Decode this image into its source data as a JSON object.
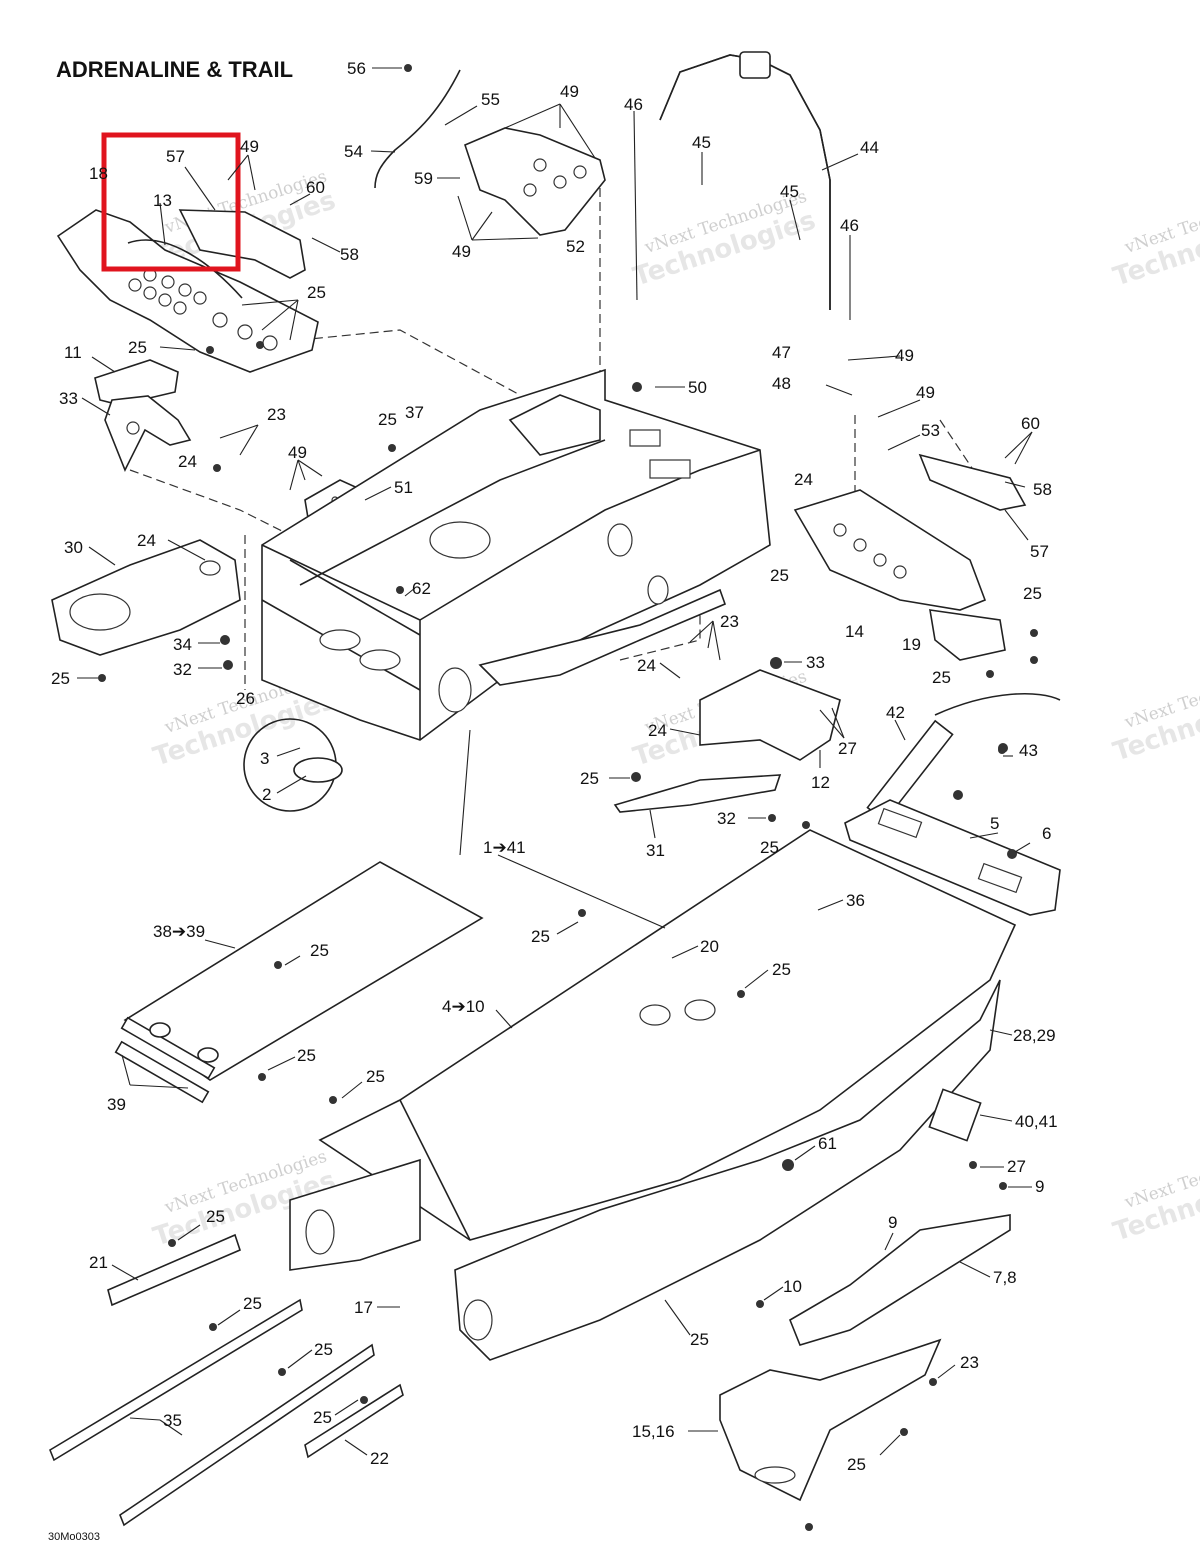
{
  "title": "ADRENALINE & TRAIL",
  "drawing_code": "30Mo0303",
  "watermark": {
    "line1": "vNext Technologies",
    "line2": "Technologies"
  },
  "highlight": {
    "color": "#e0141e",
    "labels": [
      "57",
      "49",
      "13"
    ]
  },
  "callouts": {
    "c1": "56",
    "c2": "55",
    "c3": "49",
    "c4": "54",
    "c5": "59",
    "c6": "52",
    "c7": "49",
    "c8": "46",
    "c9": "45",
    "c10": "44",
    "c11": "45",
    "c12": "46",
    "c13": "18",
    "c14": "57",
    "c15": "49",
    "c16": "13",
    "c17": "60",
    "c18": "58",
    "c19": "25",
    "c20": "25",
    "c21": "11",
    "c22": "33",
    "c23": "23",
    "c24": "24",
    "c25": "25",
    "c26": "37",
    "c27": "49",
    "c28": "51",
    "c29": "50",
    "c30": "47",
    "c31": "49",
    "c32": "48",
    "c33": "49",
    "c34": "53",
    "c35": "60",
    "c36": "58",
    "c37": "57",
    "c38": "24",
    "c39": "25",
    "c40": "14",
    "c41": "25",
    "c42": "19",
    "c43": "25",
    "c44": "30",
    "c45": "24",
    "c46": "34",
    "c47": "32",
    "c48": "25",
    "c49": "26",
    "c50": "62",
    "c51": "3",
    "c52": "2",
    "c53": "23",
    "c54": "24",
    "c55": "33",
    "c56": "24",
    "c57": "27",
    "c58": "12",
    "c59": "42",
    "c60": "43",
    "c61": "25",
    "c62": "32",
    "c63": "31",
    "c64": "1➔41",
    "c65": "25",
    "c66": "5",
    "c67": "6",
    "c68": "36",
    "c69": "38➔39",
    "c70": "25",
    "c71": "25",
    "c72": "20",
    "c73": "25",
    "c74": "4➔10",
    "c75": "25",
    "c76": "39",
    "c77": "28,29",
    "c78": "25",
    "c79": "40,41",
    "c80": "61",
    "c81": "27",
    "c82": "9",
    "c83": "9",
    "c84": "7,8",
    "c85": "25",
    "c86": "21",
    "c87": "10",
    "c88": "17",
    "c89": "25",
    "c90": "25",
    "c91": "23",
    "c92": "25",
    "c93": "35",
    "c94": "22",
    "c95": "15,16",
    "c96": "25"
  }
}
